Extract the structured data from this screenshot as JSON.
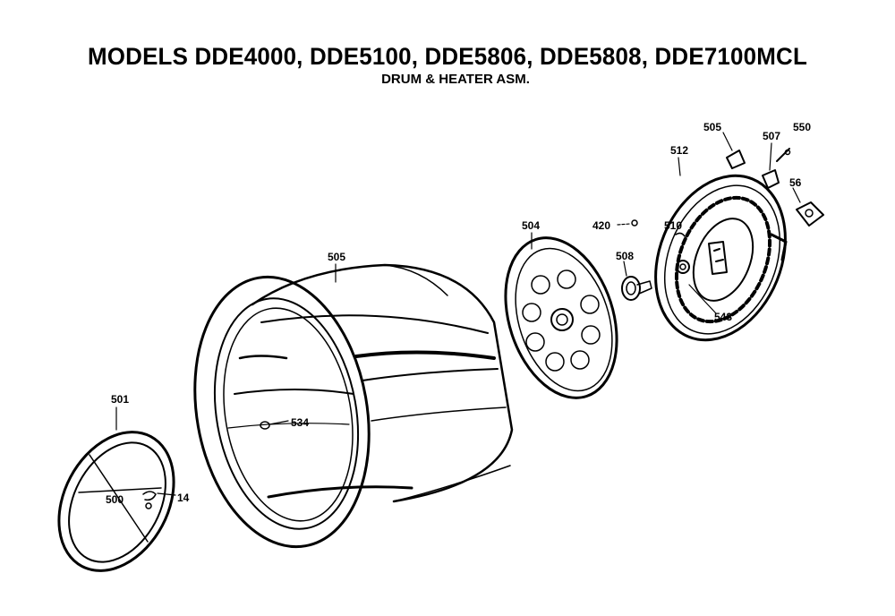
{
  "title": "MODELS DDE4000, DDE5100, DDE5806, DDE5808, DDE7100MCL",
  "subtitle": "DRUM & HEATER ASM.",
  "parts": {
    "p505_drum": "505",
    "p501": "501",
    "p500": "500",
    "p14": "14",
    "p534": "534",
    "p504": "504",
    "p420": "420",
    "p508": "508",
    "p512": "512",
    "p505_small": "505",
    "p507": "507",
    "p550": "550",
    "p56": "56",
    "p510": "510",
    "p543": "543"
  },
  "colors": {
    "ink": "#000000",
    "paper": "#ffffff"
  }
}
